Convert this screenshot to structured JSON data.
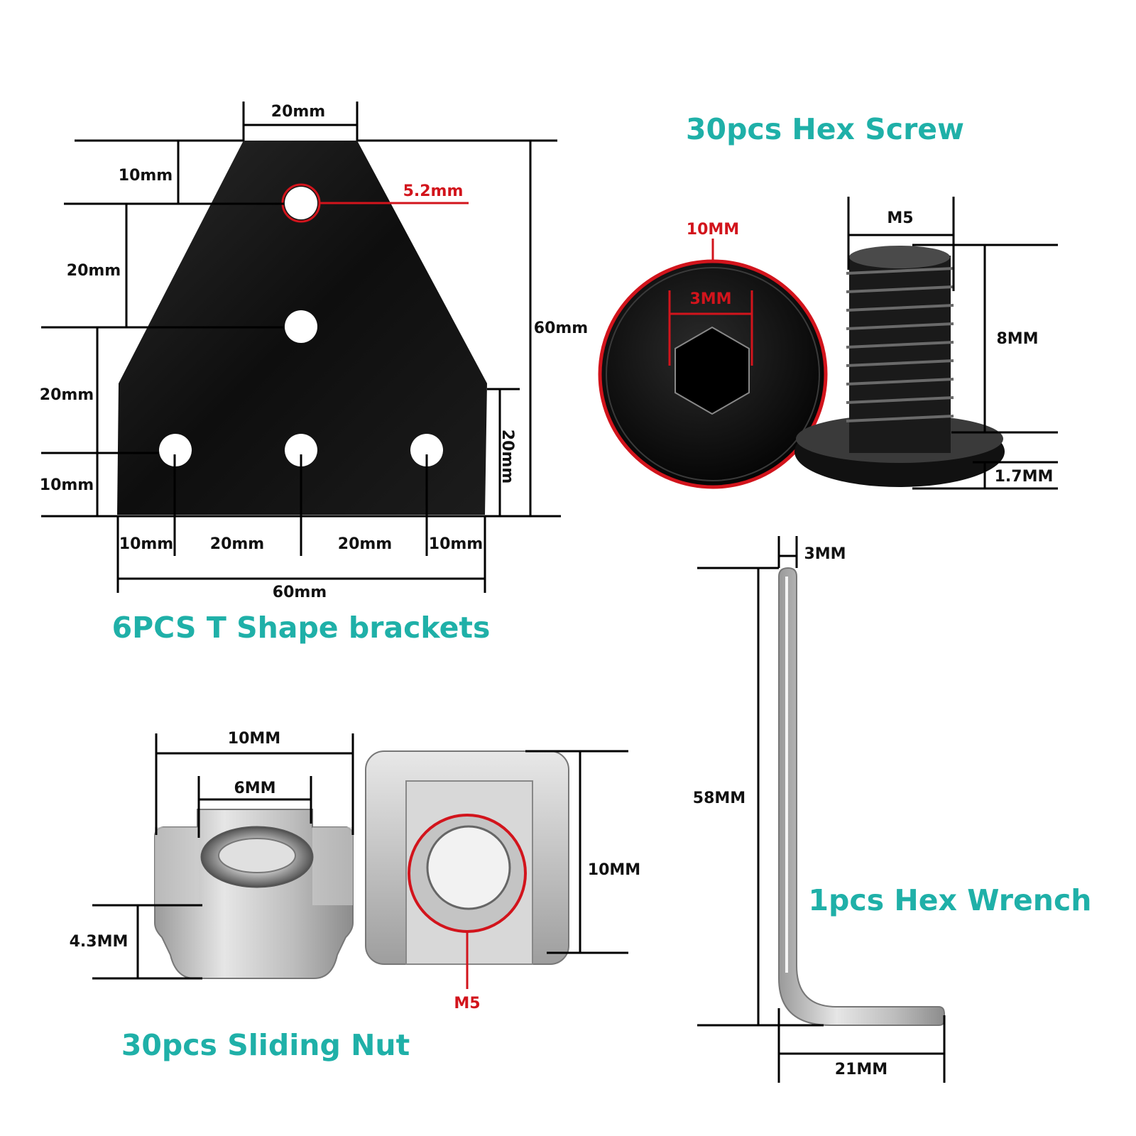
{
  "bracket": {
    "title": "6PCS T Shape brackets",
    "top_width": "20mm",
    "hole_diameter": "5.2mm",
    "left_dims": [
      "10mm",
      "20mm",
      "20mm",
      "10mm"
    ],
    "total_height": "60mm",
    "side_height": "20mm",
    "bottom_dims": [
      "10mm",
      "20mm",
      "20mm",
      "10mm"
    ],
    "total_width": "60mm"
  },
  "screw": {
    "title": "30pcs Hex Screw",
    "head_diameter": "10MM",
    "socket_size": "3MM",
    "thread": "M5",
    "length": "8MM",
    "head_height": "1.7MM"
  },
  "nut": {
    "title": "30pcs Sliding Nut",
    "width": "10MM",
    "top_width": "6MM",
    "height": "4.3MM",
    "length": "10MM",
    "thread": "M5"
  },
  "wrench": {
    "title": "1pcs Hex Wrench",
    "size": "3MM",
    "length": "58MM",
    "short_arm": "21MM"
  },
  "colors": {
    "accent_title": "#1fb0a8",
    "highlight_red": "#d2141c",
    "bracket_black": "#111111",
    "metal_silver": "#c9c9c9"
  }
}
